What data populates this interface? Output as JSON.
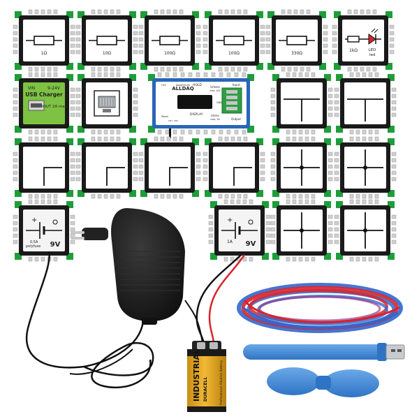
{
  "resistors": [
    {
      "value": "1Ω"
    },
    {
      "value": "10Ω"
    },
    {
      "value": "100Ω"
    },
    {
      "value": "100Ω"
    },
    {
      "value": "330Ω"
    }
  ],
  "led": {
    "value": "1kΩ",
    "label_1": "LED",
    "label_2": "red"
  },
  "usb_charger": {
    "vin": "VIN",
    "range": "9-24V",
    "title": "USB Charger",
    "iout": "IOUT 2A max"
  },
  "alldaq": {
    "brand": "ALLDAQ",
    "powered": "powered by",
    "hold": "HOLD",
    "display": "DISPLAY",
    "umess": "Umess",
    "umess_max": "max. 10V",
    "imess": "Imess",
    "imess_max": "max. 3A",
    "input": "Input",
    "output": "Output",
    "gnd": "GND",
    "plus5v": "+5V",
    "reset": "Reset",
    "ch": [
      "CH1",
      "CH2"
    ]
  },
  "battery_9v_a": {
    "spec_1": "0,5A",
    "spec_2": "polyfuse",
    "voltage": "9V"
  },
  "battery_9v_b": {
    "spec": "1A",
    "voltage": "9V"
  },
  "battery_cell": {
    "brand": "INDUSTRIAL",
    "sub": "DURACELL",
    "desc": "Professional Alkaline Battery"
  },
  "colors": {
    "board_green": "#1f9d3a",
    "brick_frame": "#1a1a1a",
    "alldaq_blue": "#2a66b8",
    "charger_green": "#7dc242",
    "fan_blue": "#4a90d9",
    "wire_red": "#d8232a",
    "wire_blue": "#3366cc",
    "battery_gold": "#e7a91d"
  }
}
